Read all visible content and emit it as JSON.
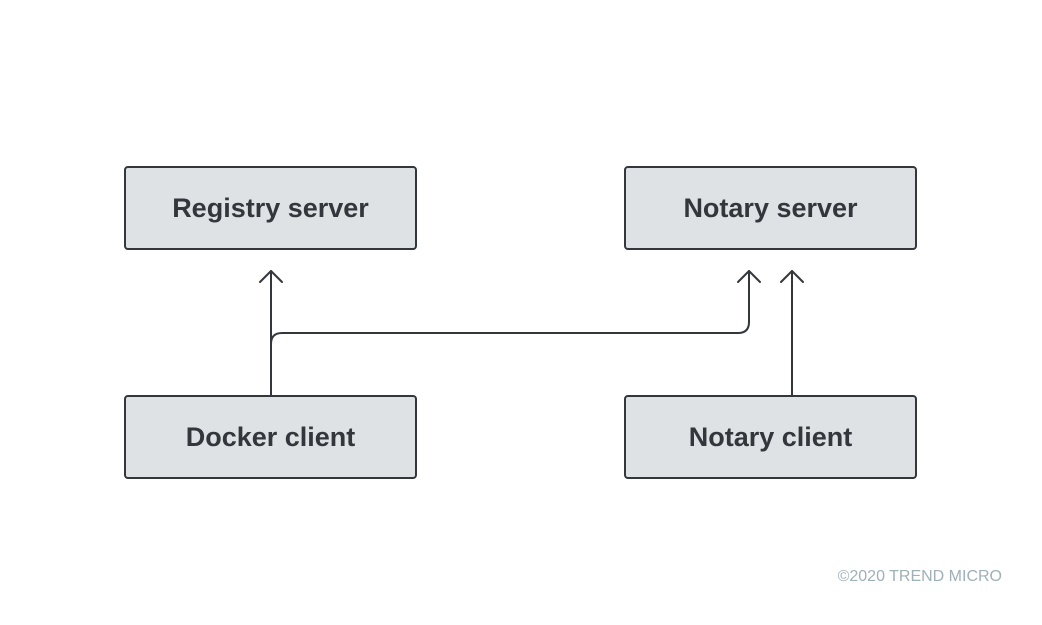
{
  "diagram": {
    "nodes": {
      "registry_server": "Registry server",
      "notary_server": "Notary server",
      "docker_client": "Docker client",
      "notary_client": "Notary client"
    },
    "edges": [
      {
        "from": "docker_client",
        "to": "registry_server"
      },
      {
        "from": "docker_client",
        "to": "notary_server"
      },
      {
        "from": "notary_client",
        "to": "notary_server"
      }
    ]
  },
  "footer": {
    "copyright": "©2020 TREND MICRO"
  },
  "colors": {
    "box_fill": "#dfe2e5",
    "stroke": "#33373b",
    "copyright_text": "#9fb0b8"
  }
}
